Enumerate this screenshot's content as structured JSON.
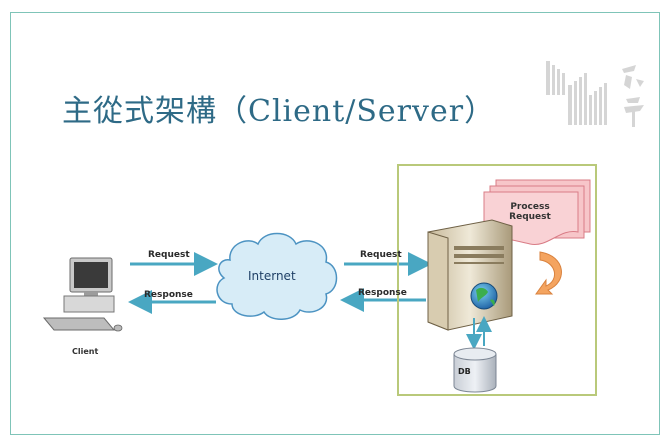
{
  "slide": {
    "title": "主從式架構（Client/Server）"
  },
  "diagram": {
    "client_label": "Client",
    "internet_label": "Internet",
    "left_request": "Request",
    "left_response": "Response",
    "right_request": "Request",
    "right_response": "Response",
    "process_label_1": "Process",
    "process_label_2": "Request",
    "db_label": "DB"
  },
  "colors": {
    "title": "#2e6a86",
    "frame": "#7fc4b8",
    "arrow": "#49a7c2",
    "server_box": "#b9c97a",
    "process_card": "#f7c6c9",
    "cloud": "#d7ecf7"
  },
  "icons": [
    "computer-icon",
    "cloud-icon",
    "server-icon",
    "globe-icon",
    "database-icon",
    "curved-arrow-icon",
    "university-logo"
  ]
}
